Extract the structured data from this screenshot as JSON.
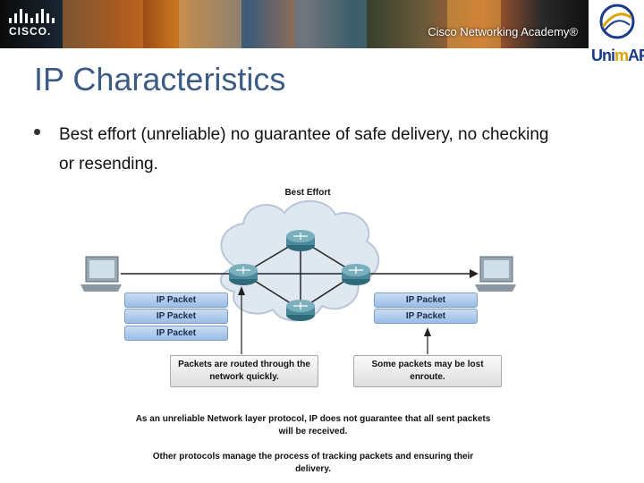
{
  "header": {
    "brand": "CISCO.",
    "academy": "Cisco Networking Academy®",
    "partner_logo_prefix": "Uni",
    "partner_logo_mid": "m",
    "partner_logo_suffix": "AP"
  },
  "slide": {
    "title": "IP Characteristics",
    "bullet": "Best effort (unreliable) no guarantee of safe delivery, no checking or resending."
  },
  "figure": {
    "title": "Best Effort",
    "left_packets": [
      "IP Packet",
      "IP Packet",
      "IP Packet"
    ],
    "right_packets": [
      "IP Packet",
      "IP Packet"
    ],
    "note_left": "Packets are routed through the network quickly.",
    "note_right": "Some packets may be lost enroute.",
    "footer_1": "As an unreliable Network layer protocol, IP does not guarantee that all sent packets will be received.",
    "footer_2": "Other protocols manage the process of tracking packets and ensuring their delivery."
  },
  "colors": {
    "title": "#3b5b85",
    "packet": "#9bbde6",
    "cloud": "#dfe7f1",
    "router": "#4a8a9a"
  }
}
